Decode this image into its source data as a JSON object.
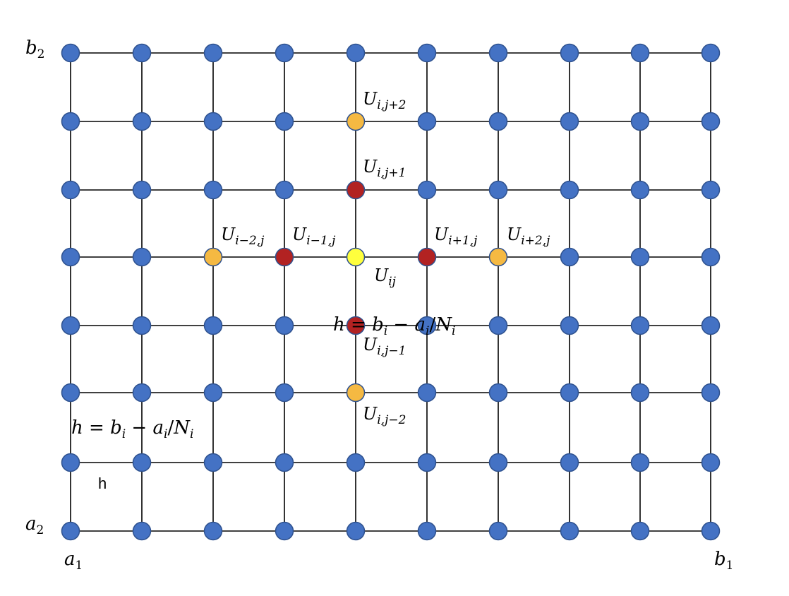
{
  "grid": {
    "columns": 10,
    "rows": 8,
    "line_color": "#000000",
    "node_fill": "#4472C4",
    "node_stroke": "#2F528F",
    "highlight_colors": {
      "center": "#FFFF3D",
      "inner_neighbor": "#B22222",
      "outer_neighbor": "#F5B942"
    },
    "highlighted_nodes": [
      {
        "col": 4,
        "row": 3,
        "kind": "center"
      },
      {
        "col": 3,
        "row": 3,
        "kind": "inner_neighbor"
      },
      {
        "col": 5,
        "row": 3,
        "kind": "inner_neighbor"
      },
      {
        "col": 4,
        "row": 2,
        "kind": "inner_neighbor"
      },
      {
        "col": 4,
        "row": 4,
        "kind": "inner_neighbor"
      },
      {
        "col": 2,
        "row": 3,
        "kind": "outer_neighbor"
      },
      {
        "col": 6,
        "row": 3,
        "kind": "outer_neighbor"
      },
      {
        "col": 4,
        "row": 1,
        "kind": "outer_neighbor"
      },
      {
        "col": 4,
        "row": 5,
        "kind": "outer_neighbor"
      }
    ]
  },
  "axis_labels": {
    "b2": {
      "base": "b",
      "sub": "2"
    },
    "a2": {
      "base": "a",
      "sub": "2"
    },
    "a1": {
      "base": "a",
      "sub": "1"
    },
    "b1": {
      "base": "b",
      "sub": "1"
    }
  },
  "node_labels": {
    "u_i_j_plus_2": {
      "base": "U",
      "sub": "i,j+2"
    },
    "u_i_j_plus_1": {
      "base": "U",
      "sub": "i,j+1"
    },
    "u_i_minus_2_j": {
      "base": "U",
      "sub": "i−2,j"
    },
    "u_i_minus_1_j": {
      "base": "U",
      "sub": "i−1,j"
    },
    "u_i_plus_1_j": {
      "base": "U",
      "sub": "i+1,j"
    },
    "u_i_plus_2_j": {
      "base": "U",
      "sub": "i+2,j"
    },
    "u_ij": {
      "base": "U",
      "sub": "ij"
    },
    "u_i_j_minus_1": {
      "base": "U",
      "sub": "i,j−1"
    },
    "u_i_j_minus_2": {
      "base": "U",
      "sub": "i,j−2"
    }
  },
  "formulas": {
    "center": {
      "h": "h",
      "eq": " = ",
      "b": "b",
      "b_sub": "i",
      "minus": " − ",
      "a": "a",
      "a_sub": "i",
      "slash": "/",
      "n": "N",
      "n_sub": "i"
    },
    "left": {
      "h": "h",
      "eq": " = ",
      "b": "b",
      "b_sub": "i",
      "minus": " − ",
      "a": "a",
      "a_sub": "i",
      "slash": "/",
      "n": "N",
      "n_sub": "i"
    }
  },
  "spacing_label": "h"
}
